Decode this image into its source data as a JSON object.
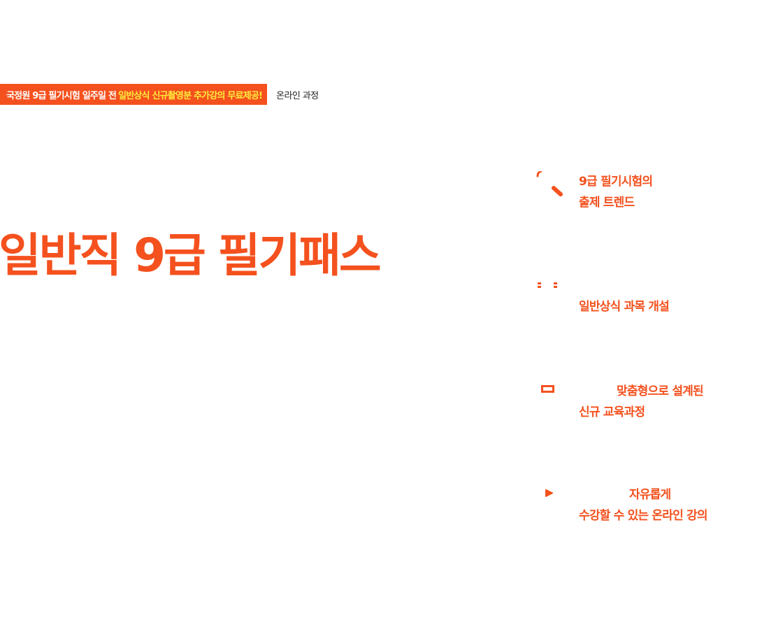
{
  "banner": {
    "promo_prefix": "국정원 9급 필기시험 일주일 전",
    "promo_highlight": "일반상식 신규촬영분 추가강의 무료제공!",
    "course_type": "온라인 과정"
  },
  "hero": {
    "title": "일반직 9급 필기패스"
  },
  "features": [
    {
      "icon": "pen-icon",
      "line1": "9급 필기시험의",
      "line2": "출제 트렌드"
    },
    {
      "icon": "dots-icon",
      "line1": "",
      "line2": "일반상식 과목 개설"
    },
    {
      "icon": "monitor-icon",
      "line1": "맞춤형으로 설계된",
      "line2": "신규 교육과정"
    },
    {
      "icon": "play-icon",
      "line1": "자유롭게",
      "line2": "수강할 수 있는 온라인 강의"
    }
  ],
  "colors": {
    "accent": "#f4511e",
    "highlight": "#ffeb3b",
    "text": "#222222",
    "background": "#ffffff"
  }
}
